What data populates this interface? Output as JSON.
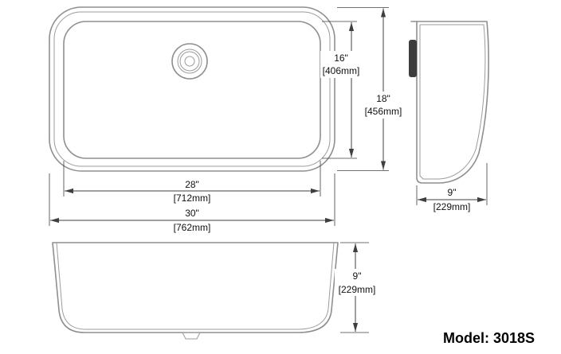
{
  "model_label": "Model: 3018S",
  "colors": {
    "outline": "#8f8f8f",
    "dimension": "#3f3f3f",
    "text": "#111111"
  },
  "dims": {
    "bowl_length": {
      "in": "16\"",
      "mm": "[406mm]"
    },
    "overall_length": {
      "in": "18\"",
      "mm": "[456mm]"
    },
    "bowl_width": {
      "in": "28\"",
      "mm": "[712mm]"
    },
    "overall_width": {
      "in": "30\"",
      "mm": "[762mm]"
    },
    "side_width": {
      "in": "9\"",
      "mm": "[229mm]"
    },
    "front_depth": {
      "in": "9\"",
      "mm": "[229mm]"
    }
  }
}
